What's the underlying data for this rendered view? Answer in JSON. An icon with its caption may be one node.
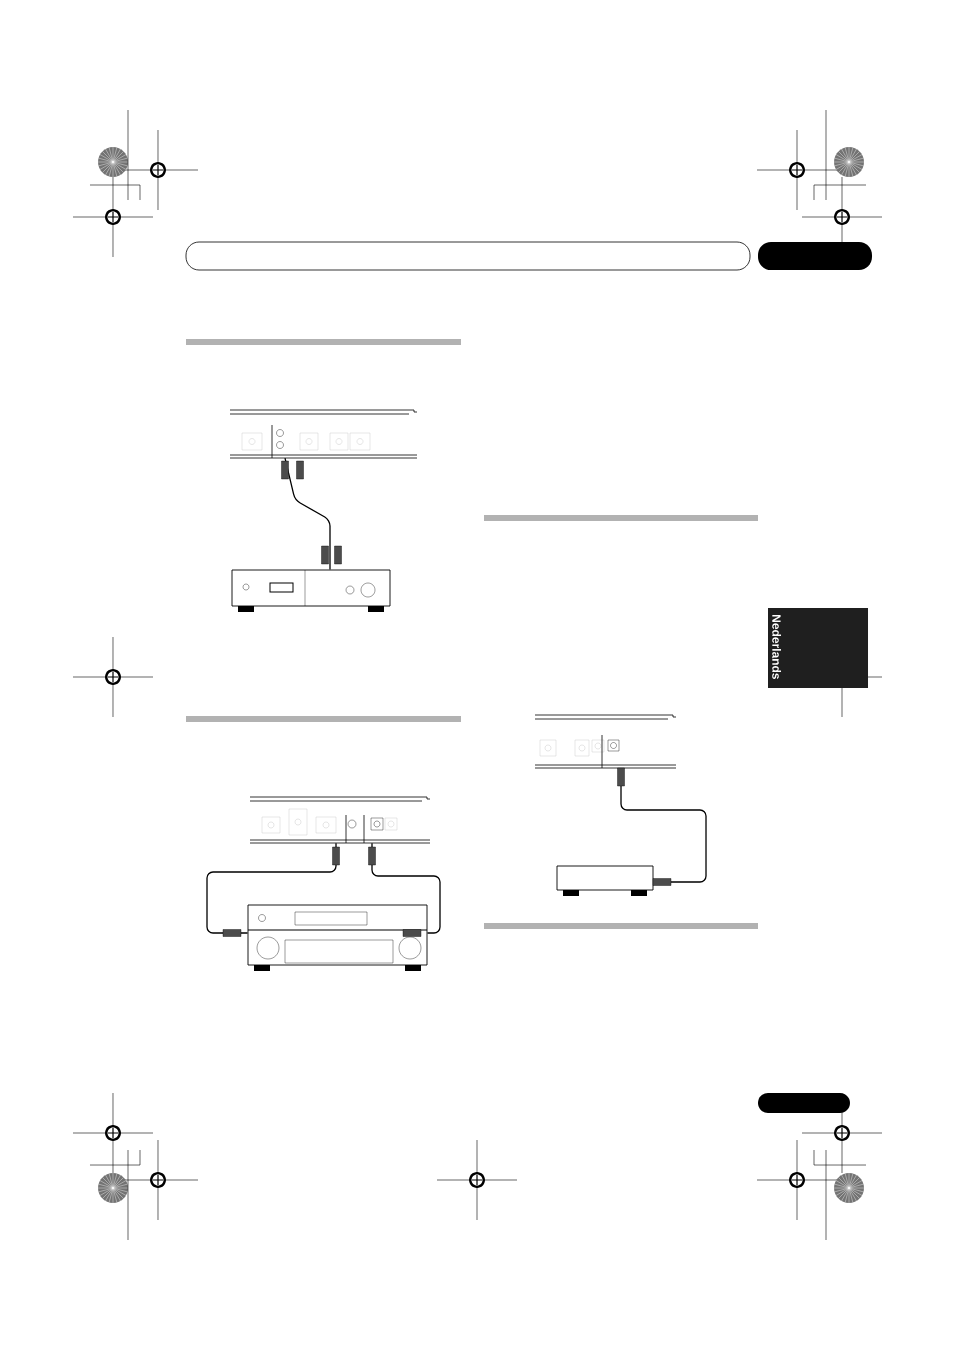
{
  "diagram": {
    "nodes": [
      {
        "text": [],
        "shape": "picture"
      },
      {
        "text": [],
        "shape": "picture"
      },
      {
        "text": [],
        "shape": "picture"
      },
      {
        "text": [],
        "shape": "picture"
      },
      {
        "text": [
          "Nederlands"
        ]
      },
      {
        "text": [],
        "shape": "picture"
      },
      {
        "text": [],
        "shape": "box"
      }
    ],
    "edges": [
      {
        "from": 0,
        "to": 1,
        "arrow": "other"
      },
      {
        "from": 2,
        "to": 3,
        "arrow": "other"
      },
      {
        "from": 2,
        "to": 3,
        "arrow": "other"
      },
      {
        "from": 5,
        "to": 6,
        "arrow": "other"
      }
    ]
  }
}
